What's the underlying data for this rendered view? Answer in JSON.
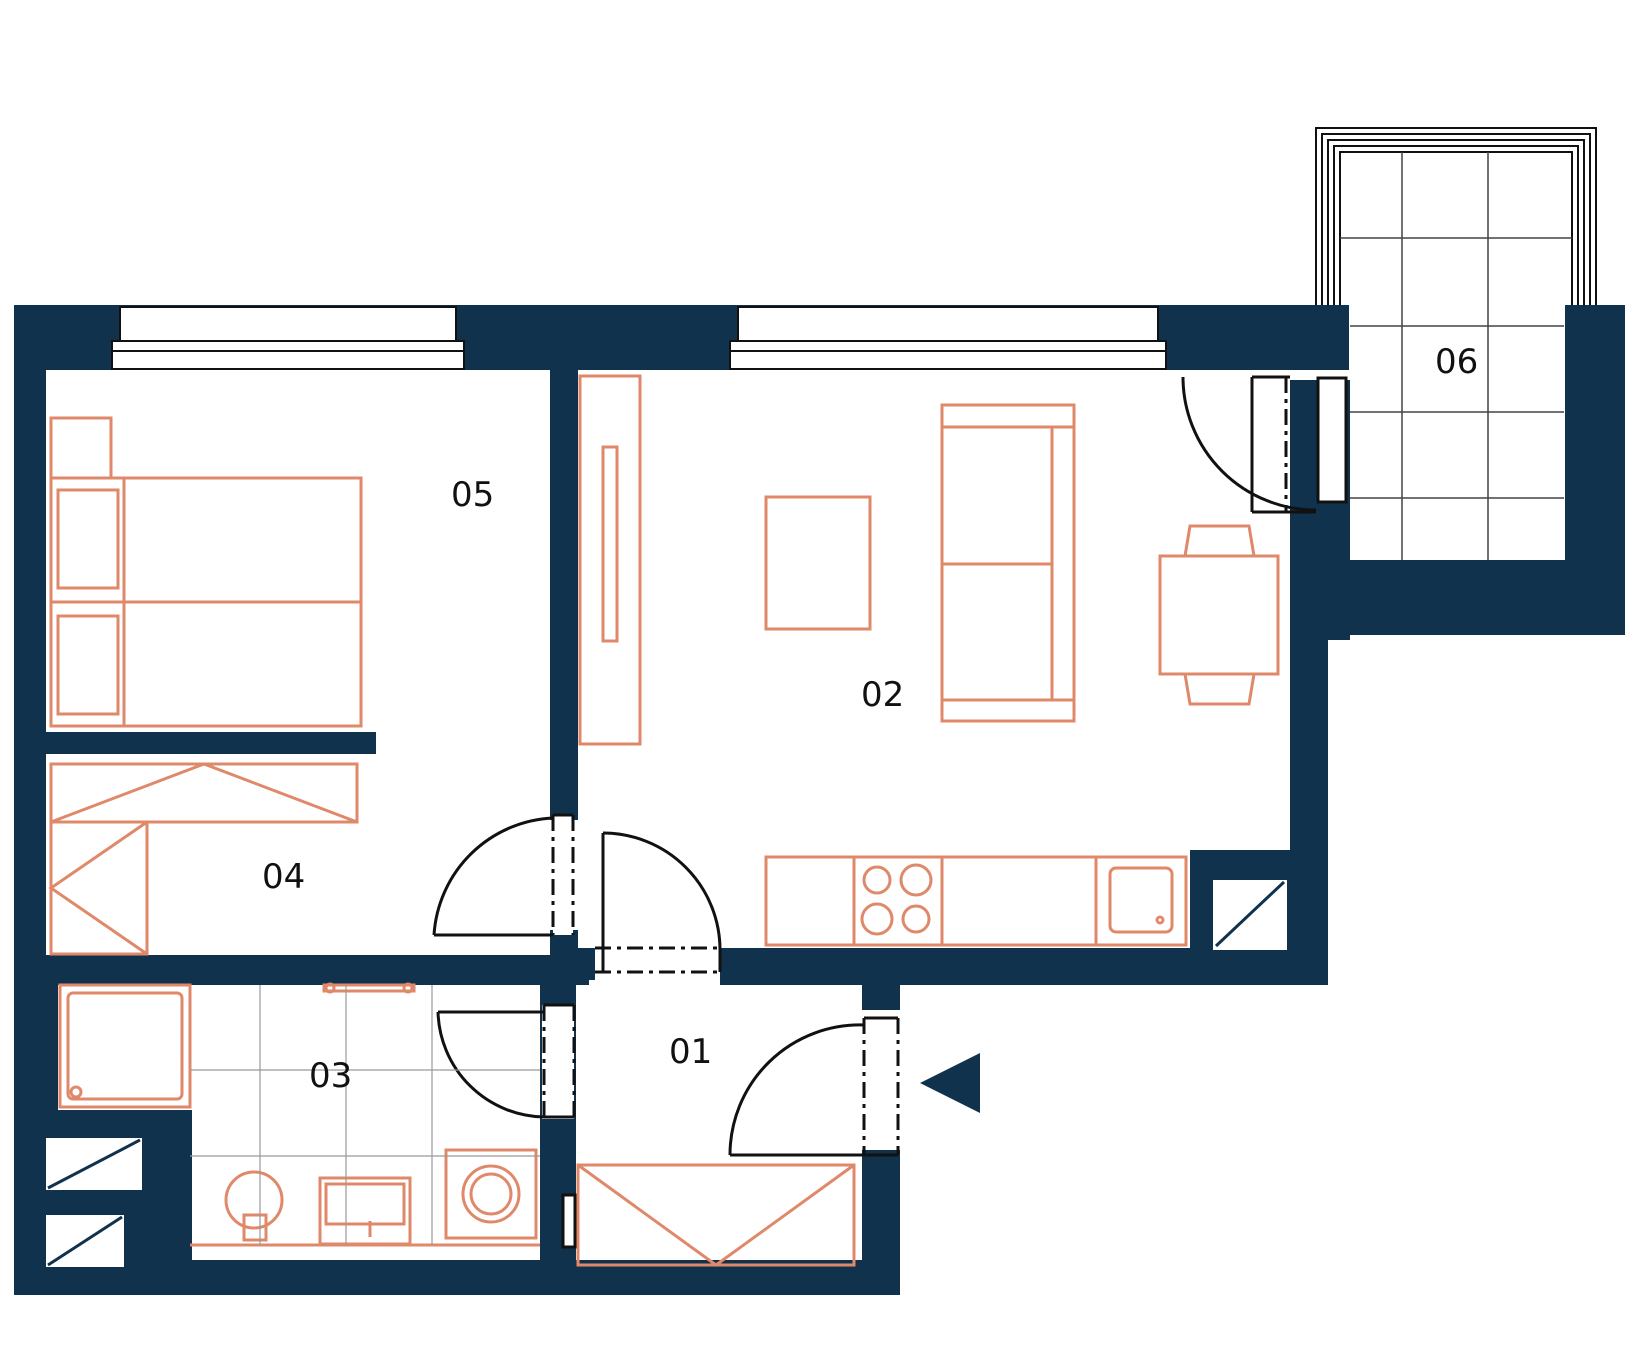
{
  "plan": {
    "colors": {
      "wall": "#11324d",
      "furniture": "#e0896a",
      "line": "#111111",
      "background": "#ffffff"
    },
    "rooms": [
      {
        "id": "01",
        "label": "01"
      },
      {
        "id": "02",
        "label": "02"
      },
      {
        "id": "03",
        "label": "03"
      },
      {
        "id": "04",
        "label": "04"
      },
      {
        "id": "05",
        "label": "05"
      },
      {
        "id": "06",
        "label": "06"
      }
    ],
    "entrance_marker": "triangle-left-icon"
  }
}
